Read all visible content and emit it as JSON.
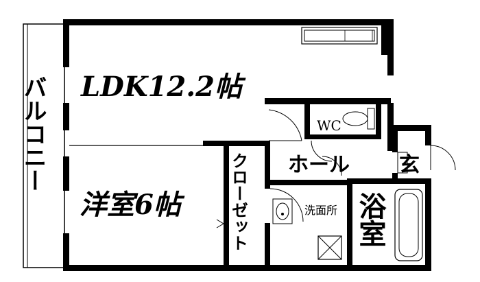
{
  "floor_plan": {
    "rooms": {
      "ldk": "LDK12.2帖",
      "western_room": "洋室6帖",
      "balcony": "バルコニー",
      "closet": "クローゼット",
      "wc": "WC",
      "hall": "ホール",
      "entrance": "玄",
      "bath": "浴室",
      "washroom": "洗面所"
    },
    "colors": {
      "wall": "#000000",
      "background": "#ffffff",
      "fixture_fill": "#f2f2f2"
    }
  }
}
